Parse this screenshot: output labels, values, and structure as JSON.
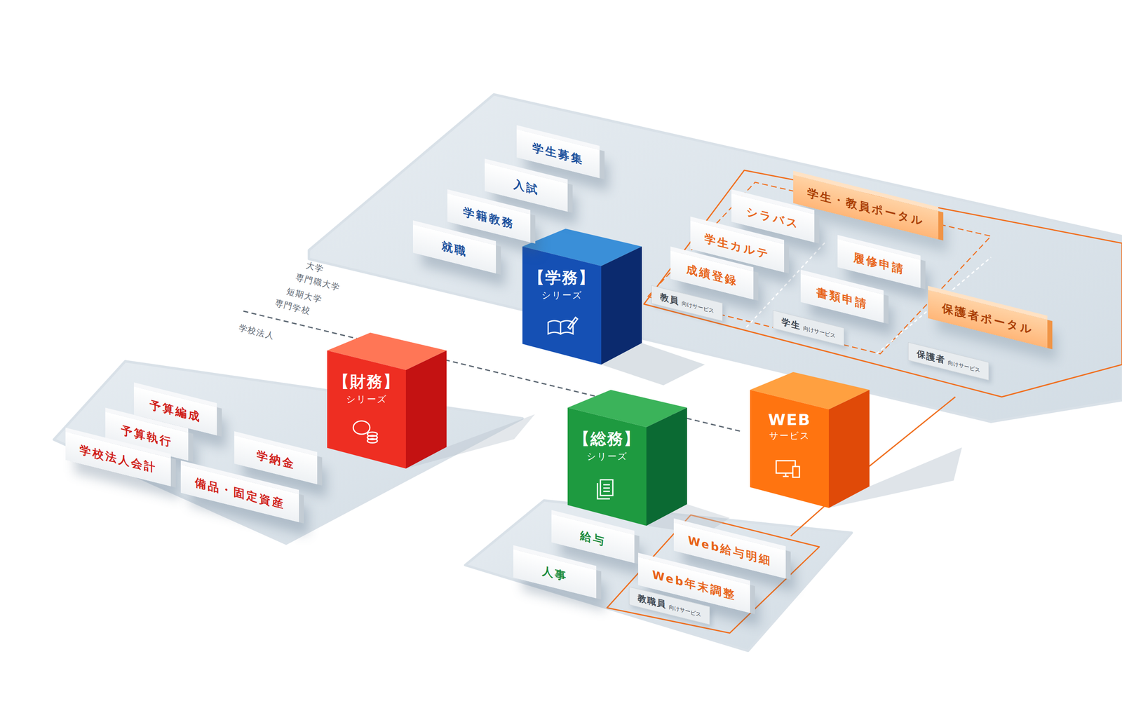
{
  "diagram": {
    "nodes": [
      {
        "text": [
          "学生募集"
        ]
      },
      {
        "text": [
          "入試"
        ]
      },
      {
        "text": [
          "学籍教務"
        ]
      },
      {
        "text": [
          "就職"
        ]
      },
      {
        "text": [
          "学生・教員ポータル"
        ]
      },
      {
        "text": [
          "シラバス"
        ]
      },
      {
        "text": [
          "学生カルテ"
        ]
      },
      {
        "text": [
          "履修申請"
        ]
      },
      {
        "text": [
          "成績登録"
        ]
      },
      {
        "text": [
          "【学務】",
          "シリーズ"
        ]
      },
      {
        "text": [
          "書類申請"
        ]
      },
      {
        "text": [
          "教員",
          "向けサービス"
        ]
      },
      {
        "text": [
          "保護者ポータル"
        ]
      },
      {
        "text": [
          "学生",
          "向けサービス"
        ]
      },
      {
        "text": [
          "保護者",
          "向けサービス"
        ]
      },
      {
        "text": [
          "【財務】",
          "シリーズ"
        ]
      },
      {
        "text": [
          "予算編成"
        ]
      },
      {
        "text": [
          "予算執行"
        ]
      },
      {
        "text": [
          "学納金"
        ]
      },
      {
        "text": [
          "学校法人会計"
        ]
      },
      {
        "text": [
          "【総務】",
          "シリーズ"
        ]
      },
      {
        "text": [
          "WEB",
          "サービス"
        ]
      },
      {
        "text": [
          "備品・固定資産"
        ]
      },
      {
        "text": [
          "給与"
        ]
      },
      {
        "text": [
          "Web給与明細"
        ]
      },
      {
        "text": [
          "人事"
        ]
      },
      {
        "text": [
          "Web年末調整"
        ]
      },
      {
        "text": [
          "教職員",
          "向けサービス"
        ]
      }
    ],
    "labels": [
      "大学",
      "専門職大学",
      "短期大学",
      "専門学校",
      "学校法人"
    ]
  }
}
